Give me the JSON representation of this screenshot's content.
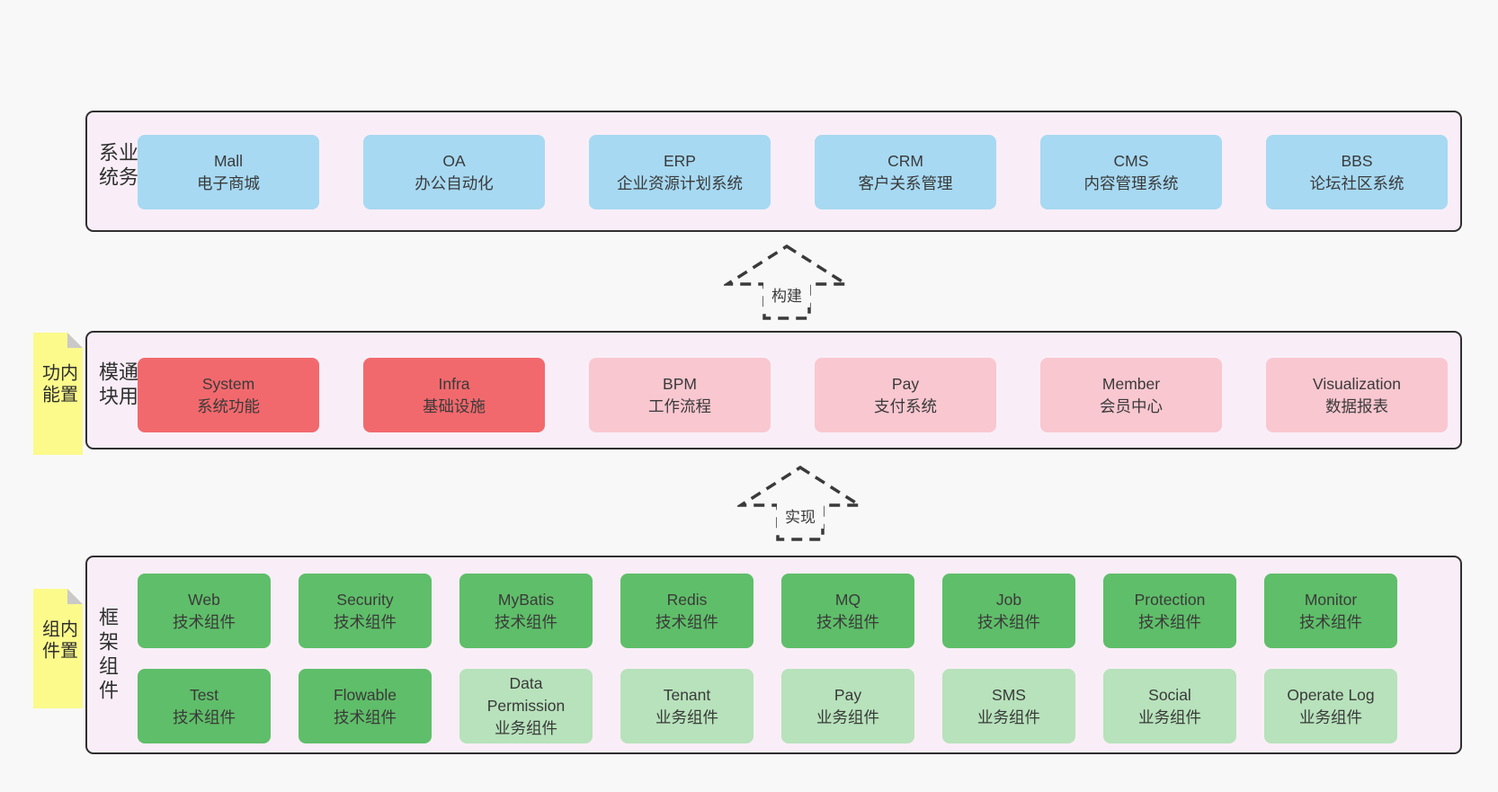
{
  "colors": {
    "background": "#f8f8f8",
    "panel_fill": "#f9eef7",
    "panel_border": "#2f2f2f",
    "business_box_blue": "#a7d9f2",
    "module_box_red": "#f2696d",
    "module_box_pink": "#f9c7d0",
    "component_box_green": "#5fbe69",
    "component_box_lightgreen": "#b7e2bb",
    "note_yellow": "#fbfa8b",
    "note_fold_gray": "#c9c9c9",
    "text": "#3a3a3a"
  },
  "arrows": [
    {
      "label": "构建"
    },
    {
      "label": "实现"
    }
  ],
  "layers": {
    "business": {
      "label": "业务系统",
      "boxes": [
        {
          "title": "Mall",
          "subtitle": "电子商城"
        },
        {
          "title": "OA",
          "subtitle": "办公自动化"
        },
        {
          "title": "ERP",
          "subtitle": "企业资源计划系统"
        },
        {
          "title": "CRM",
          "subtitle": "客户关系管理"
        },
        {
          "title": "CMS",
          "subtitle": "内容管理系统"
        },
        {
          "title": "BBS",
          "subtitle": "论坛社区系统"
        }
      ]
    },
    "modules": {
      "label": "通用模块",
      "note": "内置功能",
      "boxes": [
        {
          "title": "System",
          "subtitle": "系统功能"
        },
        {
          "title": "Infra",
          "subtitle": "基础设施"
        },
        {
          "title": "BPM",
          "subtitle": "工作流程"
        },
        {
          "title": "Pay",
          "subtitle": "支付系统"
        },
        {
          "title": "Member",
          "subtitle": "会员中心"
        },
        {
          "title": "Visualization",
          "subtitle": "数据报表"
        }
      ]
    },
    "components": {
      "label": "框架组件",
      "note": "内置组件",
      "row1": [
        {
          "title": "Web",
          "subtitle": "技术组件"
        },
        {
          "title": "Security",
          "subtitle": "技术组件"
        },
        {
          "title": "MyBatis",
          "subtitle": "技术组件"
        },
        {
          "title": "Redis",
          "subtitle": "技术组件"
        },
        {
          "title": "MQ",
          "subtitle": "技术组件"
        },
        {
          "title": "Job",
          "subtitle": "技术组件"
        },
        {
          "title": "Protection",
          "subtitle": "技术组件"
        },
        {
          "title": "Monitor",
          "subtitle": "技术组件"
        }
      ],
      "row2": [
        {
          "title": "Test",
          "subtitle": "技术组件"
        },
        {
          "title": "Flowable",
          "subtitle": "技术组件"
        },
        {
          "title": "Data Permission",
          "subtitle": "业务组件"
        },
        {
          "title": "Tenant",
          "subtitle": "业务组件"
        },
        {
          "title": "Pay",
          "subtitle": "业务组件"
        },
        {
          "title": "SMS",
          "subtitle": "业务组件"
        },
        {
          "title": "Social",
          "subtitle": "业务组件"
        },
        {
          "title": "Operate Log",
          "subtitle": "业务组件"
        }
      ]
    }
  }
}
